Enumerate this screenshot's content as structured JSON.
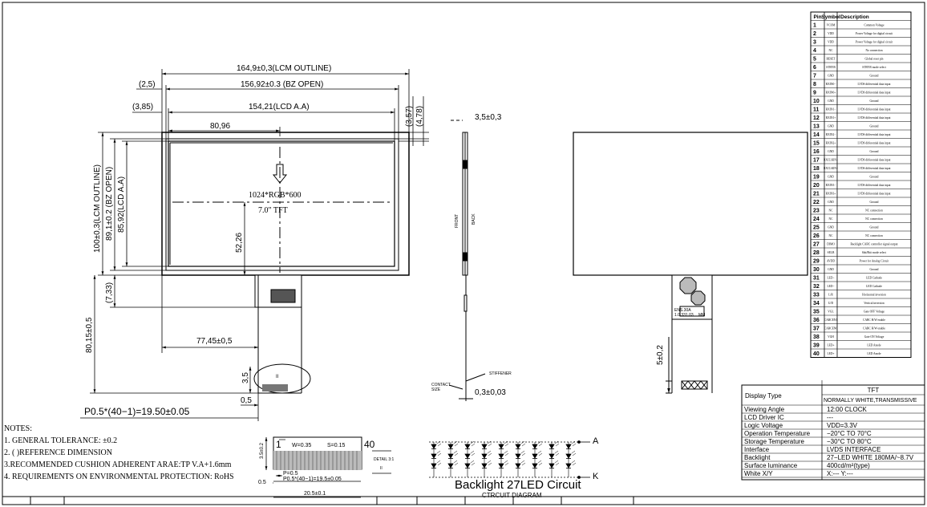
{
  "front_view": {
    "dims": {
      "lcm_outline_w": "164,9±0,3(LCM OUTLINE)",
      "bz_open_w": "156,92±0.3 (BZ OPEN)",
      "lcd_aa_w": "154,21(LCD A.A)",
      "offset_25": "(2,5)",
      "offset_385": "(3,85)",
      "offset_357": "(3,57)",
      "offset_478": "(4,78)",
      "center_x": "80,96",
      "lcm_outline_h": "100±0,3(LCM OUTLINE)",
      "bz_open_h": "89,1±0.2 (BZ OPEN)",
      "lcd_aa_h": "85,92(LCD A.A)",
      "center_y": "52,26",
      "offset_733": "(7,33)",
      "fpc_len": "80,15±0,5",
      "fpc_pos": "77,45±0,5",
      "fpc_35": "3,5",
      "fpc_05": "0,5",
      "pitch": "P0.5*(40−1)=19.50±0.05"
    },
    "resolution": "1024*RGB*600",
    "size": "7.0\" TFT",
    "fpc_marker": "II"
  },
  "side_view": {
    "thickness": "3,5±0,3",
    "front": "FRONT",
    "back": "BACK",
    "stiffener": "STIFFENER",
    "contact": "CONTACT",
    "contact2": "SIZE",
    "fpc_thk": "0,3±0,03"
  },
  "back_view": {
    "fpc_dim": "5±0,2",
    "label1": "ENS.30A",
    "label2": "1.0.331.03",
    "label3": "MM"
  },
  "notes": {
    "title": "NOTES:",
    "items": [
      "1. GENERAL TOLERANCE: ±0.2",
      "2. ( )REFERENCE DIMENSION",
      "3.RECOMMENDED CUSHION ADHERENT ARAE:TP V.A+1.6mm",
      "4. REQUIREMENTS ON ENVIRONMENTAL PROTECTION: RoHS"
    ]
  },
  "detail": {
    "pin1": "1",
    "pin40": "40",
    "w": "W=0.35",
    "s": "S=0.15",
    "p": "P=0.5",
    "pitch": "P0.5*(40−1)=19.5±0.05",
    "width": "20.5±0.1",
    "height": "3.5±0.2",
    "left": "0.5",
    "label": "DETAIL 3:1",
    "sub": "II"
  },
  "backlight": {
    "anode": "A",
    "cathode": "K",
    "title": "Backlight 27LED Circuit",
    "subtitle": "CTRCUIT DIAGRAM"
  },
  "pin_table": {
    "headers": [
      "Pin",
      "Symbol",
      "Description"
    ],
    "rows": [
      [
        "1",
        "VCOM",
        "Common Voltage"
      ],
      [
        "2",
        "VDD",
        "Power Voltage for digital circuit"
      ],
      [
        "3",
        "VDD",
        "Power Voltage for digital circuit"
      ],
      [
        "4",
        "NC",
        "No connection"
      ],
      [
        "5",
        "RESET",
        "Global reset pin"
      ],
      [
        "6",
        "STBYB",
        "STBYB mode select"
      ],
      [
        "7",
        "GND",
        "Ground"
      ],
      [
        "8",
        "RXIN0−",
        "LVDS differential data input"
      ],
      [
        "9",
        "RXIN0+",
        "LVDS differential data input"
      ],
      [
        "10",
        "GND",
        "Ground"
      ],
      [
        "11",
        "RXIN1−",
        "LVDS differential data input"
      ],
      [
        "12",
        "RXIN1+",
        "LVDS differential data input"
      ],
      [
        "13",
        "GND",
        "Ground"
      ],
      [
        "14",
        "RXIN2−",
        "LVDS differential data input"
      ],
      [
        "15",
        "RXIN2+",
        "LVDS differential data input"
      ],
      [
        "16",
        "GND",
        "Ground"
      ],
      [
        "17",
        "RXCLKIN−",
        "LVDS differential data input"
      ],
      [
        "18",
        "RXCLKIN+",
        "LVDS differential data input"
      ],
      [
        "19",
        "GND",
        "Ground"
      ],
      [
        "20",
        "RXIN3−",
        "LVDS differential data input"
      ],
      [
        "21",
        "RXIN3+",
        "LVDS differential data input"
      ],
      [
        "22",
        "GND",
        "Ground"
      ],
      [
        "23",
        "NC",
        "NC connection"
      ],
      [
        "24",
        "NC",
        "NC connection"
      ],
      [
        "25",
        "GND",
        "Ground"
      ],
      [
        "26",
        "NC",
        "NC connection"
      ],
      [
        "27",
        "DIMO",
        "Backlight CABC controller signal output"
      ],
      [
        "28",
        "SELB",
        "6bit/8bit mode select"
      ],
      [
        "29",
        "AVDD",
        "Power for Analog Circuit"
      ],
      [
        "30",
        "GND",
        "Ground"
      ],
      [
        "31",
        "LED−",
        "LED Cathode"
      ],
      [
        "32",
        "LED−",
        "LED Cathode"
      ],
      [
        "33",
        "L/R",
        "Horizontal inversion"
      ],
      [
        "34",
        "U/D",
        "Vertical inversion"
      ],
      [
        "35",
        "VGL",
        "Gate OFF Voltage"
      ],
      [
        "36",
        "CABCEN1",
        "CABC H/W enable"
      ],
      [
        "37",
        "CABCEN0",
        "CABC H/W enable"
      ],
      [
        "38",
        "VGH",
        "Gate ON Voltage"
      ],
      [
        "39",
        "LED+",
        "LED Anode"
      ],
      [
        "40",
        "LED+",
        "LED Anode"
      ]
    ]
  },
  "spec_table": {
    "rows": [
      [
        "Display Type",
        "TFT / NORMALLY WHITE,TRANSMISSIVE"
      ],
      [
        "Viewing Angle",
        "12:00 CLOCK"
      ],
      [
        "LCD Driver IC",
        "---"
      ],
      [
        "Logic Voltage",
        "VDD=3.3V"
      ],
      [
        "Operation Temperature",
        "−20°C TO 70°C"
      ],
      [
        "Storage Temperature",
        "−30°C TO 80°C"
      ],
      [
        "Interface",
        "LVDS INTERFACE"
      ],
      [
        "Backlight",
        "27−LED WHITE 180MA/~8.7V"
      ],
      [
        "Surface luminance",
        "400cd/m²(type)"
      ],
      [
        "White X/Y",
        "X:---   Y:---"
      ]
    ],
    "display_type_1": "TFT",
    "display_type_2": "NORMALLY WHITE,TRANSMISSIVE"
  }
}
